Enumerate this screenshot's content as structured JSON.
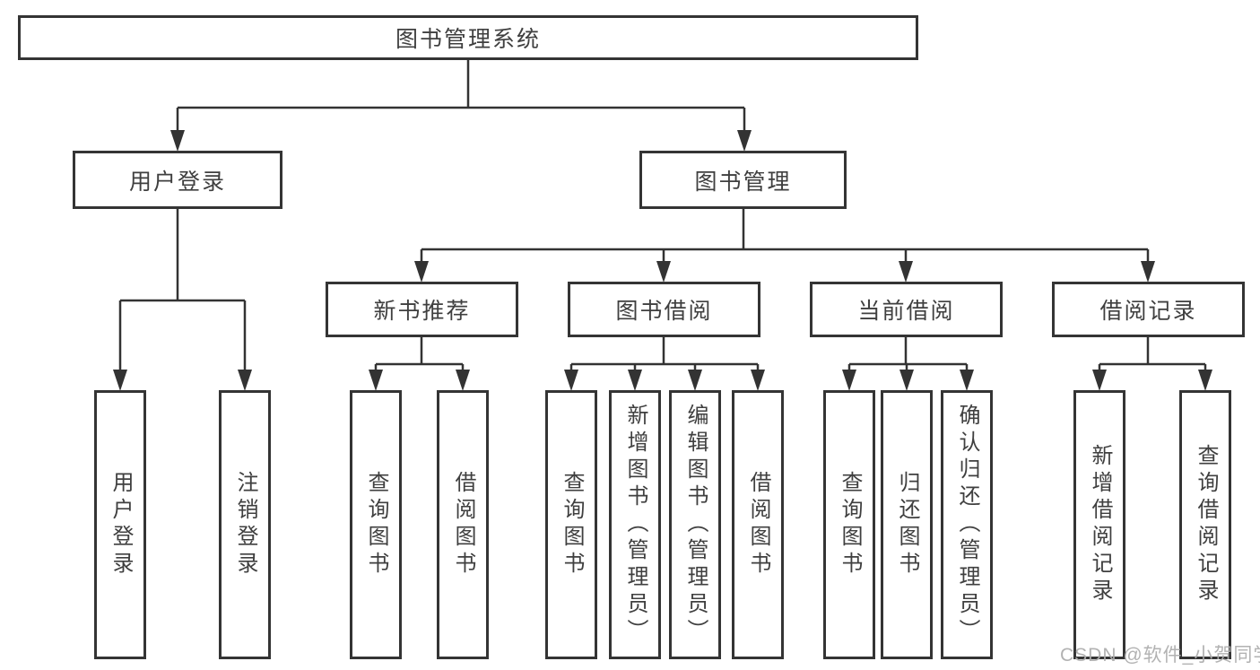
{
  "diagram": {
    "title": "图书管理系统",
    "level2": [
      {
        "label": "用户登录"
      },
      {
        "label": "图书管理"
      }
    ],
    "level3": [
      {
        "label": "新书推荐"
      },
      {
        "label": "图书借阅"
      },
      {
        "label": "当前借阅"
      },
      {
        "label": "借阅记录"
      }
    ],
    "leaves": {
      "user_login": [
        {
          "label": "用户登录"
        },
        {
          "label": "注销登录"
        }
      ],
      "new_books": [
        {
          "label": "查询图书"
        },
        {
          "label": "借阅图书"
        }
      ],
      "book_borrow": [
        {
          "label": "查询图书"
        },
        {
          "label": "新增图书（管理员）"
        },
        {
          "label": "编辑图书（管理员）"
        },
        {
          "label": "借阅图书"
        }
      ],
      "current_borrow": [
        {
          "label": "查询图书"
        },
        {
          "label": "归还图书"
        },
        {
          "label": "确认归还（管理员）"
        }
      ],
      "borrow_records": [
        {
          "label": "新增借阅记录"
        },
        {
          "label": "查询借阅记录"
        }
      ]
    }
  },
  "watermark": {
    "text": "CSDN @软件_小贺同学"
  },
  "colors": {
    "line": "#333333",
    "border": "#343434",
    "text": "#3f3f3f",
    "watermark": "#aeaeae",
    "background": "#ffffff"
  }
}
